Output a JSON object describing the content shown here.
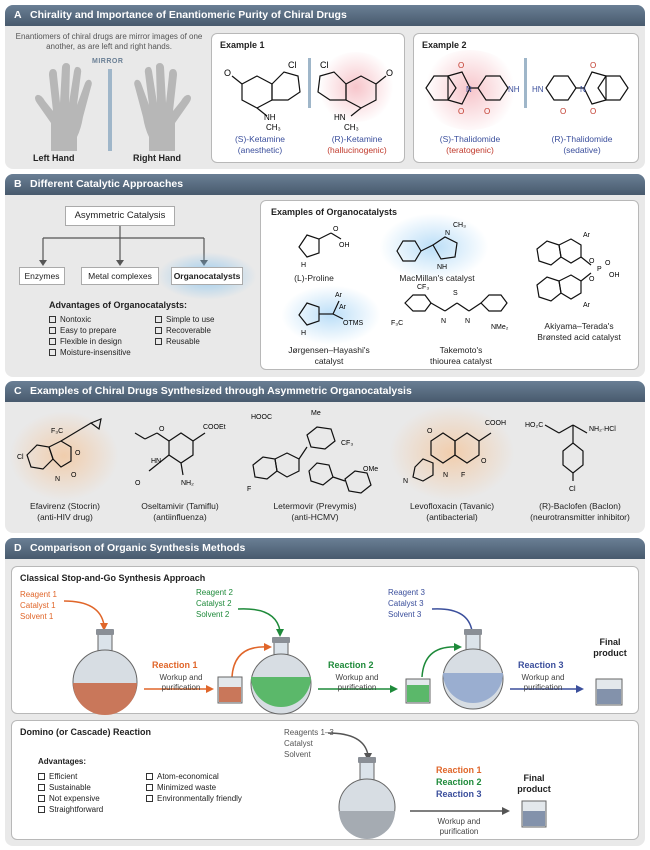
{
  "panelA": {
    "letter": "A",
    "title": "Chirality and Importance of Enantiomeric Purity of Chiral Drugs",
    "intro": "Enantiomers of chiral drugs are mirror images of one another, as are left and right hands.",
    "mirror": "MIRROR",
    "left_hand": "Left Hand",
    "right_hand": "Right Hand",
    "example1": {
      "title": "Example 1",
      "s_name": "(S)-Ketamine",
      "s_effect": "(anesthetic)",
      "r_name": "(R)-Ketamine",
      "r_effect": "(hallucinogenic)"
    },
    "example2": {
      "title": "Example 2",
      "s_name": "(S)-Thalidomide",
      "s_effect": "(teratogenic)",
      "r_name": "(R)-Thalidomide",
      "r_effect": "(sedative)"
    }
  },
  "panelB": {
    "letter": "B",
    "title": "Different Catalytic Approaches",
    "root": "Asymmetric Catalysis",
    "branches": [
      "Enzymes",
      "Metal complexes",
      "Organocatalysts"
    ],
    "adv_title": "Advantages of Organocatalysts:",
    "adv_left": [
      "Nontoxic",
      "Easy to prepare",
      "Flexible in design",
      "Moisture-insensitive"
    ],
    "adv_right": [
      "Simple to use",
      "Recoverable",
      "Reusable"
    ],
    "examples_title": "Examples of Organocatalysts",
    "catalysts": [
      "(L)-Proline",
      "MacMillan's catalyst",
      "Akiyama–Terada's",
      "Brønsted acid catalyst",
      "Jørgensen–Hayashi's",
      "catalyst",
      "Takemoto's",
      "thiourea catalyst"
    ]
  },
  "panelC": {
    "letter": "C",
    "title": "Examples of Chiral Drugs Synthesized through Asymmetric Organocatalysis",
    "drugs": [
      {
        "name": "Efavirenz (Stocrin)",
        "use": "(anti-HIV drug)"
      },
      {
        "name": "Oseltamivir (Tamiflu)",
        "use": "(antiinfluenza)"
      },
      {
        "name": "Letermovir (Prevymis)",
        "use": "(anti-HCMV)"
      },
      {
        "name": "Levofloxacin (Tavanic)",
        "use": "(antibacterial)"
      },
      {
        "name": "(R)-Baclofen (Baclon)",
        "use": "(neurotransmitter inhibitor)"
      }
    ]
  },
  "panelD": {
    "letter": "D",
    "title": "Comparison of Organic Synthesis Methods",
    "classical": {
      "title": "Classical Stop-and-Go Synthesis Approach",
      "r1": [
        "Reagent 1",
        "Catalyst 1",
        "Solvent 1"
      ],
      "r2": [
        "Reagent 2",
        "Catalyst 2",
        "Solvent 2"
      ],
      "r3": [
        "Reagent 3",
        "Catalyst 3",
        "Solvent 3"
      ],
      "reaction1": "Reaction 1",
      "reaction2": "Reaction 2",
      "reaction3": "Reaction 3",
      "workup": "Workup and purification",
      "final": "Final product"
    },
    "domino": {
      "title": "Domino (or Cascade) Reaction",
      "reagents": [
        "Reagents 1–3",
        "Catalyst",
        "Solvent"
      ],
      "adv_title": "Advantages:",
      "adv_left": [
        "Efficient",
        "Sustainable",
        "Not expensive",
        "Straightforward"
      ],
      "adv_right": [
        "Atom-economical",
        "Minimized waste",
        "Environmentally friendly"
      ],
      "reactions": [
        "Reaction 1",
        "Reaction 2",
        "Reaction 3"
      ],
      "workup": "Workup and purification",
      "final": "Final product"
    }
  },
  "colors": {
    "header": "#55687c",
    "orange": "#e0662a",
    "green": "#1e8a3a",
    "blue": "#3b4f9c",
    "red": "#c0392b"
  }
}
